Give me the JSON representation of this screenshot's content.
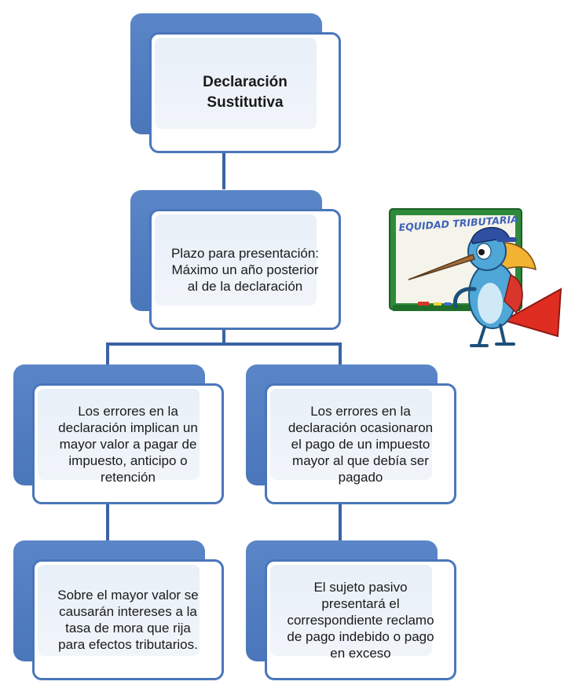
{
  "diagram": {
    "root": {
      "label": "Declaración\nSustitutiva"
    },
    "deadline": {
      "label": "Plazo para presentación:\nMáximo un año posterior\nal de la declaración"
    },
    "left_branch": {
      "condition": "Los errores en la\ndeclaración implican un\nmayor valor a pagar de\nimpuesto, anticipo o\nretención",
      "consequence": "Sobre el mayor valor se\ncausarán intereses a la\ntasa de mora que rija\npara efectos tributarios."
    },
    "right_branch": {
      "condition": "Los errores en la\ndeclaración  ocasionaron\nel pago de un impuesto\nmayor al que debía ser\npagado",
      "consequence": "El sujeto pasivo\npresentará el\ncorrespondiente reclamo\nde pago indebido o pago\nen exceso"
    }
  },
  "illustration": {
    "board_title": "EQUIDAD TRIBUTARIA",
    "icon": "bird-mascot-chalkboard"
  }
}
